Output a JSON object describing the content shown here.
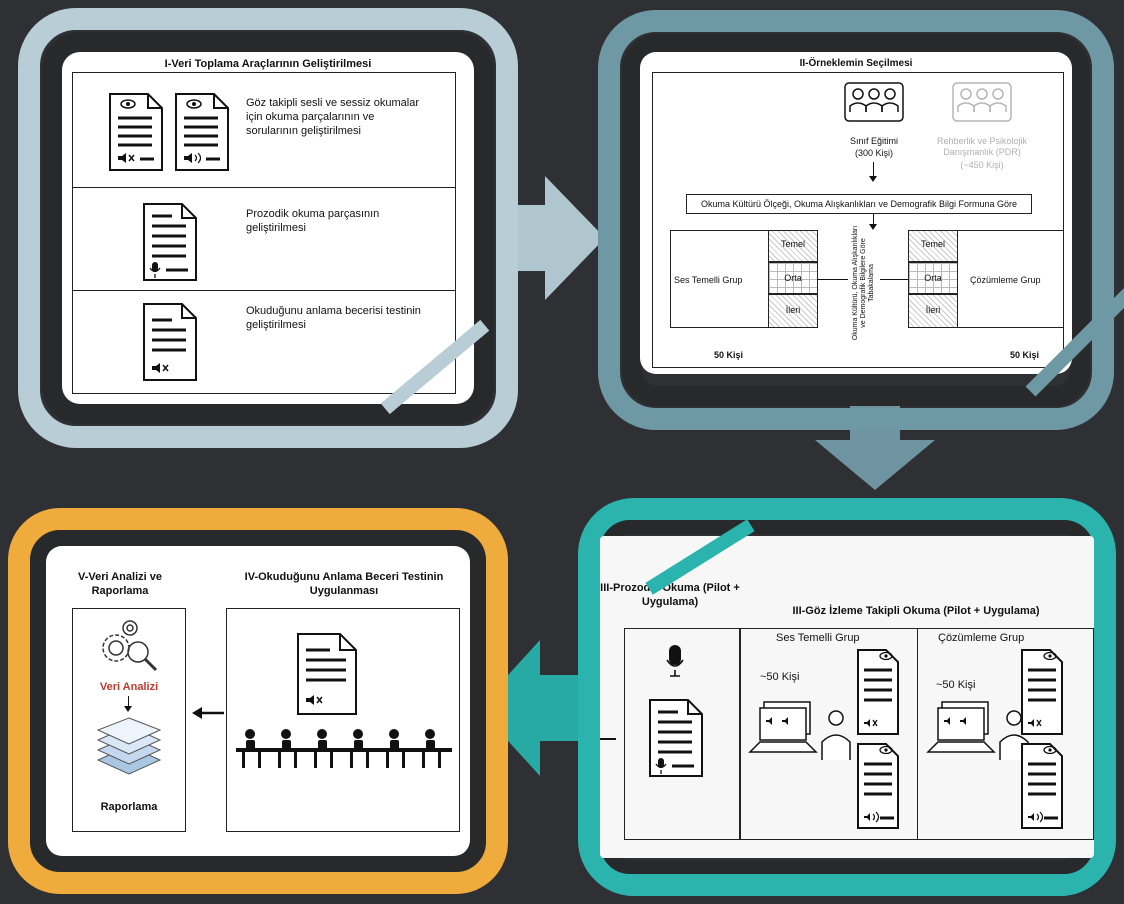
{
  "colors": {
    "background": "#2e3033",
    "step1_frame": "#b9cdd6",
    "step2_frame": "#6f98a5",
    "step3_frame": "#2bb3ad",
    "step45_frame": "#f0ab3d",
    "arrow_step1": "#b0c6cf",
    "arrow_step2": "#6e93a1",
    "arrow_step3": "#28aaa4"
  },
  "step1": {
    "title": "I-Veri Toplama Araçlarının Geliştirilmesi",
    "row1_text": "Göz takipli sesli ve sessiz okumalar için okuma parçalarının ve sorularının geliştirilmesi",
    "row2_text": "Prozodik okuma parçasının geliştirilmesi",
    "row3_text": "Okuduğunu anlama becerisi testinin geliştirilmesi"
  },
  "step2": {
    "title": "II-Örneklemin Seçilmesi",
    "group_a_label": "Sınıf Eğitimi",
    "group_a_count": "(300 Kişi)",
    "group_b_label": "Rehberlik ve Psikolojik Danışmanlık (PDR)",
    "group_b_count": "(~450 Kişi)",
    "criteria": "Okuma Kültürü Ölçeği, Okuma Alışkanlıkları ve Demografik Bilgi Formuna Göre",
    "levels": [
      "Temel",
      "Orta",
      "İleri"
    ],
    "left_group": "Ses Temelli Grup",
    "right_group": "Çözümleme Grup",
    "middle_vertical": "Okuma Kültürü, Okuma Alışkanlıkları ve Demografik Bilgilere Göre Tabakalama",
    "left_count": "50 Kişi",
    "right_count": "50 Kişi"
  },
  "step3": {
    "prosody_title": "III-Prozodik Okuma (Pilot + Uygulama)",
    "eye_title": "III-Göz İzleme Takipli Okuma (Pilot + Uygulama)",
    "left_group": "Ses Temelli Grup",
    "right_group": "Çözümleme Grup",
    "left_count": "~50 Kişi",
    "right_count": "~50 Kişi"
  },
  "step45": {
    "step5_title": "V-Veri Analizi ve Raporlama",
    "analysis_label": "Veri Analizi",
    "report_label": "Raporlama",
    "step4_title": "IV-Okuduğunu Anlama Beceri Testinin Uygulanması"
  },
  "icons": [
    "document-eye-icon",
    "document-mute-icon",
    "document-sound-icon",
    "document-mic-icon",
    "people-group-icon",
    "gear-analysis-icon",
    "layers-report-icon",
    "computer-icon",
    "person-icon",
    "microphone-icon",
    "classroom-icon",
    "arrow-right-icon",
    "arrow-down-icon",
    "arrow-left-icon"
  ]
}
